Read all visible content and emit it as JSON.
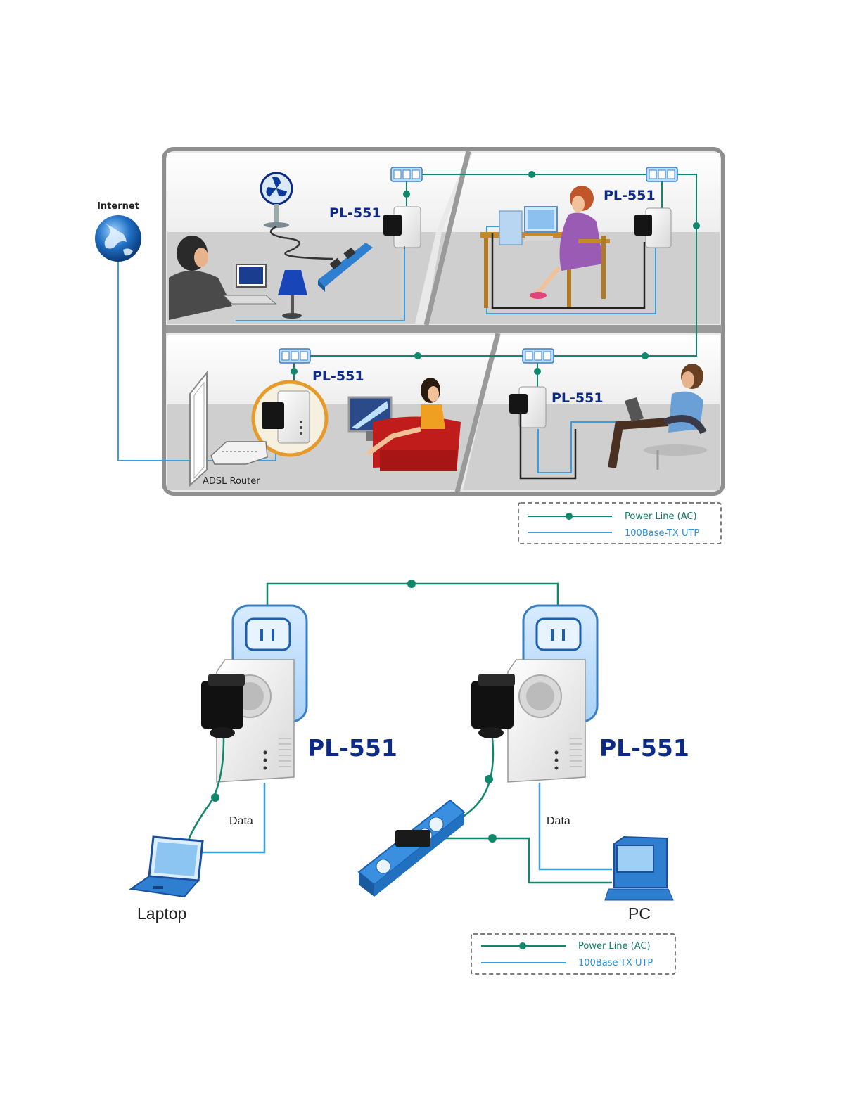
{
  "top_diagram": {
    "internet_label": "Internet",
    "adapter_label": "PL-551",
    "router_label": "ADSL Router",
    "node_glyph": "AC",
    "legend": {
      "power_line": "Power Line (AC)",
      "utp": "100Base-TX UTP"
    }
  },
  "bottom_diagram": {
    "adapter_label": "PL-551",
    "data_label": "Data",
    "laptop_label": "Laptop",
    "pc_label": "PC",
    "node_glyph": "AC",
    "legend": {
      "power_line": "Power Line (AC)",
      "utp": "100Base-TX UTP"
    }
  },
  "colors": {
    "power_line": "#11876b",
    "utp": "#3a9fe0",
    "label": "#0d2b86",
    "room_floor": "#c9c9c9",
    "frame": "#9a9a9a"
  }
}
